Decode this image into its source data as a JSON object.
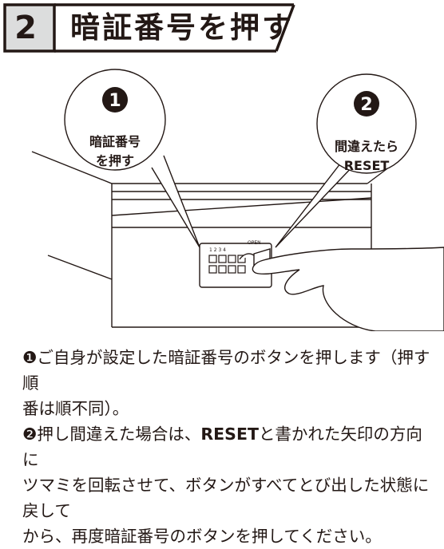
{
  "header": {
    "step_number": "2",
    "title": "暗証番号を押す"
  },
  "illustration": {
    "callout_1": {
      "number": "1",
      "line1": "暗証番号",
      "line2": "を押す"
    },
    "callout_2": {
      "number": "2",
      "line1": "間違えたら",
      "line2": "RESET"
    },
    "keypad_top_labels": "1  2  3  4",
    "open_label": "OPEN"
  },
  "instructions": {
    "item1_marker": "❶",
    "item1_line1": "ご自身が設定した暗証番号のボタンを押します（押す順",
    "item1_line2": "番は順不同）。",
    "item2_marker": "❷",
    "item2_line1_a": "押し間違えた場合は、",
    "item2_line1_bold": "RESET",
    "item2_line1_b": "と書かれた矢印の方向に",
    "item2_line2": "ツマミを回転させて、ボタンがすべてとび出した状態に戻して",
    "item2_line3": "から、再度暗証番号のボタンを押してください。"
  },
  "colors": {
    "ink": "#231815",
    "label_bg": "#dcdddd",
    "background": "#ffffff"
  }
}
